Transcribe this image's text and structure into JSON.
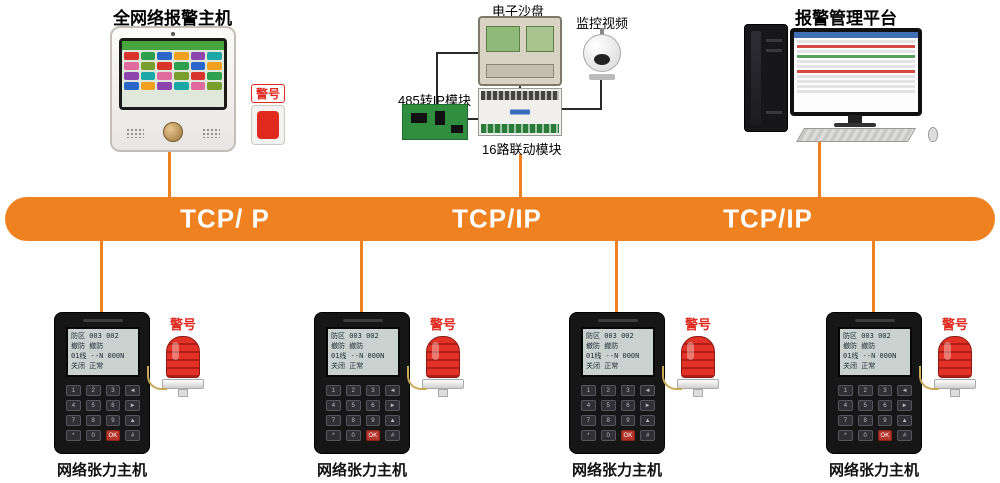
{
  "colors": {
    "bus_orange": "#f08121",
    "alarm_red": "#e02a20",
    "icon_palette": [
      "#d9342b",
      "#2e9e4f",
      "#2b66c9",
      "#f2a020",
      "#8e44ad",
      "#1ba7a7",
      "#e06c9f",
      "#7a9e2e"
    ]
  },
  "top_left": {
    "title": "全网络报警主机",
    "siren_label": "警号"
  },
  "center": {
    "sandbox_label": "电子沙盘",
    "camera_label": "监控视频",
    "module485_label": "485转IP模块",
    "linkage_label": "16路联动模块"
  },
  "top_right": {
    "title": "报警管理平台"
  },
  "bus": {
    "labels": [
      "TCP/ P",
      "TCP/IP",
      "TCP/IP"
    ]
  },
  "tension_host": {
    "lcd_lines": [
      "防区 003 002",
      "撤防  撤防",
      "01线 --N 000N",
      "关闭  正常"
    ],
    "keypad_keys": [
      "1",
      "2",
      "3",
      "◄",
      "4",
      "5",
      "6",
      "►",
      "7",
      "8",
      "9",
      "▲",
      "*",
      "0",
      "OK",
      "#"
    ]
  },
  "bottom_devices": [
    {
      "label": "网络张力主机",
      "siren_label": "警号"
    },
    {
      "label": "网络张力主机",
      "siren_label": "警号"
    },
    {
      "label": "网络张力主机",
      "siren_label": "警号"
    },
    {
      "label": "网络张力主机",
      "siren_label": "警号"
    }
  ]
}
